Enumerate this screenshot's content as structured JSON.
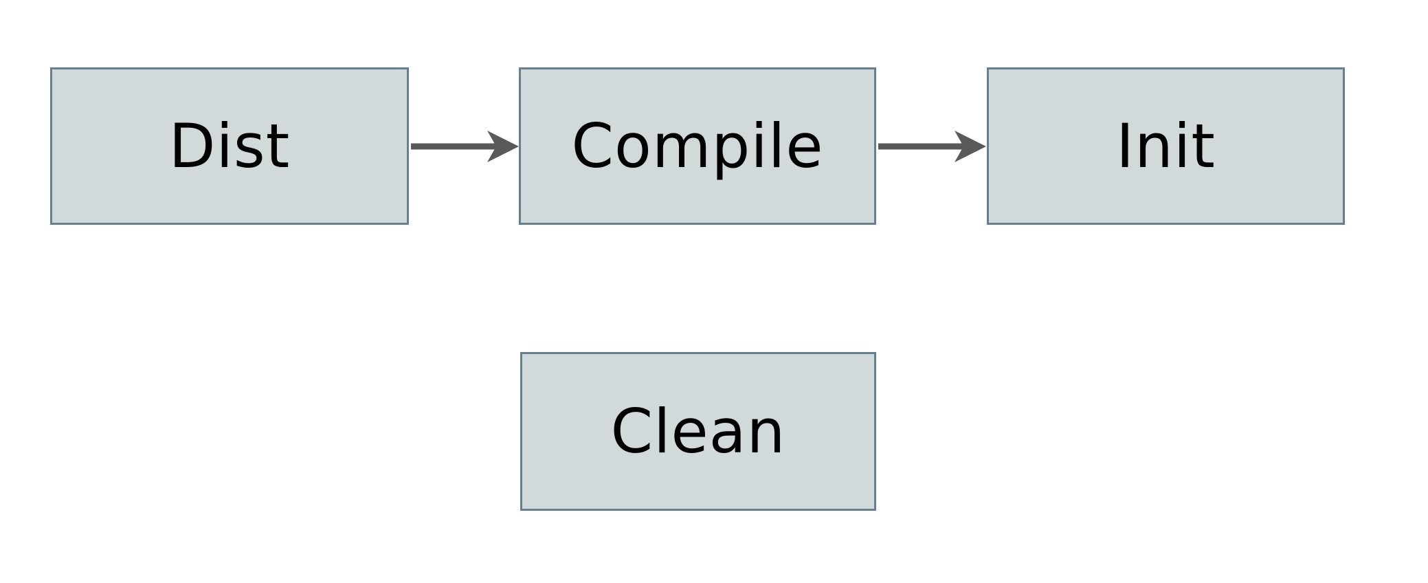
{
  "diagram": {
    "background_color": "#ffffff",
    "node_fill_color": "#d2d9db",
    "node_border_color": "#65808e",
    "arrow_color": "#595959",
    "text_color": "#000000",
    "nodes": [
      {
        "id": "dist",
        "label": "Dist"
      },
      {
        "id": "compile",
        "label": "Compile"
      },
      {
        "id": "init",
        "label": "Init"
      },
      {
        "id": "clean",
        "label": "Clean"
      }
    ],
    "edges": [
      {
        "from": "dist",
        "to": "compile"
      },
      {
        "from": "compile",
        "to": "init"
      }
    ]
  }
}
